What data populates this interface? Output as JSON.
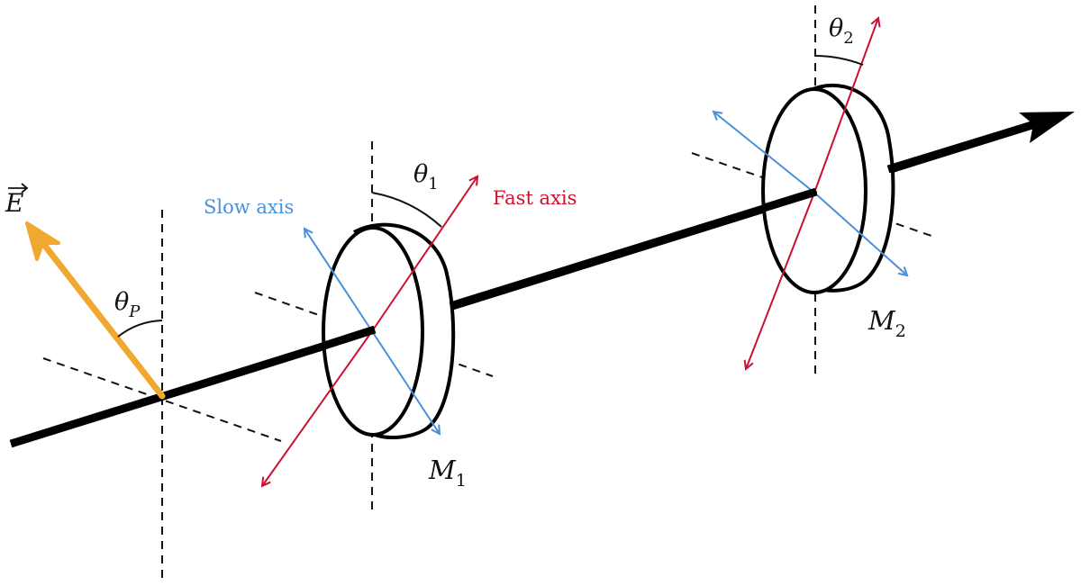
{
  "labels": {
    "e_field": "E",
    "theta_p_sym": "θ",
    "theta_p_sub": "P",
    "theta_1_sym": "θ",
    "theta_1_sub": "1",
    "theta_2_sym": "θ",
    "theta_2_sub": "2",
    "m1_sym": "M",
    "m1_sub": "1",
    "m2_sym": "M",
    "m2_sub": "2",
    "slow_axis": "Slow axis",
    "fast_axis": "Fast axis"
  },
  "colors": {
    "beam": "#000000",
    "polarization": "#f0a830",
    "slow_axis": "#4a90d9",
    "fast_axis": "#cc1030",
    "guide": "#111111"
  },
  "icons": {
    "beam_arrowhead": "arrow-right-icon",
    "e_vector_arrowhead": "arrow-up-left-icon"
  }
}
